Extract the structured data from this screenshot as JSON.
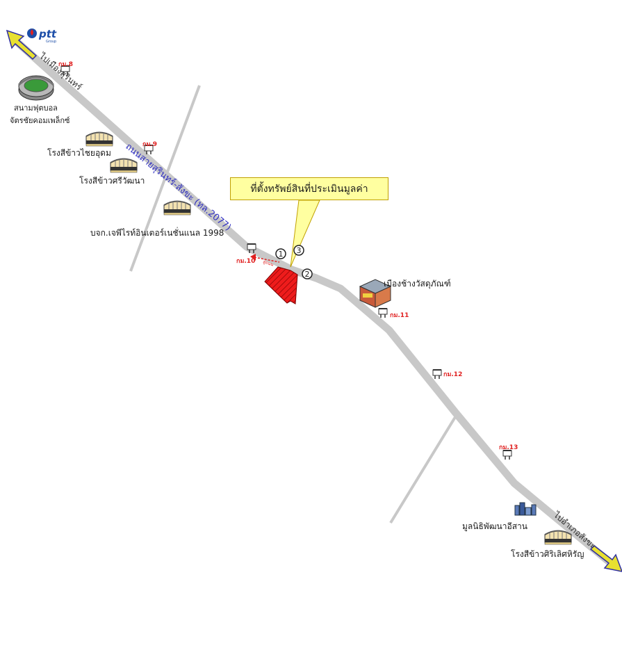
{
  "brand": {
    "logo_text": "ptt",
    "logo_sub": "Group"
  },
  "callout": {
    "text": "ที่ตั้งทรัพย์สินที่ประเมินมูลค่า"
  },
  "road": {
    "name": "ถนนสายสุรินทร์-สังขะ (ทล.2077)"
  },
  "directions": {
    "to_surin": "ไปเมืองสุรินทร์",
    "to_sangkha": "ไปอำเภอสังขะ"
  },
  "km_markers": [
    "กม.8",
    "กม.9",
    "กม.10",
    "กม.11",
    "กม.12",
    "กม.13"
  ],
  "places": {
    "stadium": [
      "สนามฟุตบอล",
      "จัตรชัยคอมเพล็กซ์"
    ],
    "rice_mill_1": "โรงสีข้าวไชยอุดม",
    "rice_mill_2": "โรงสีข้าวศรีวัฒนา",
    "factory": "บจก.เจพีไรท์อินเตอร์เนชั่นแนล 1998",
    "material_store": "เมืองช้างวัสดุภัณฑ์",
    "foundation": "มูลนิธิพัฒนาอีสาน",
    "rice_mill_3": "โรงสีข้าวศิริเลิศหิรัญ"
  },
  "points": [
    "1",
    "2",
    "3"
  ],
  "small_label": "สู่ถนน",
  "colors": {
    "road": "#c8c8c8",
    "property": "#ee1c1c",
    "callout_bg": "#ffffa0",
    "arrow": "#e8e030"
  },
  "icons": [
    "ptt-logo-icon",
    "stadium-icon",
    "rice-mill-icon",
    "store-icon",
    "factory-icon",
    "km-post-icon",
    "direction-arrow-icon"
  ]
}
